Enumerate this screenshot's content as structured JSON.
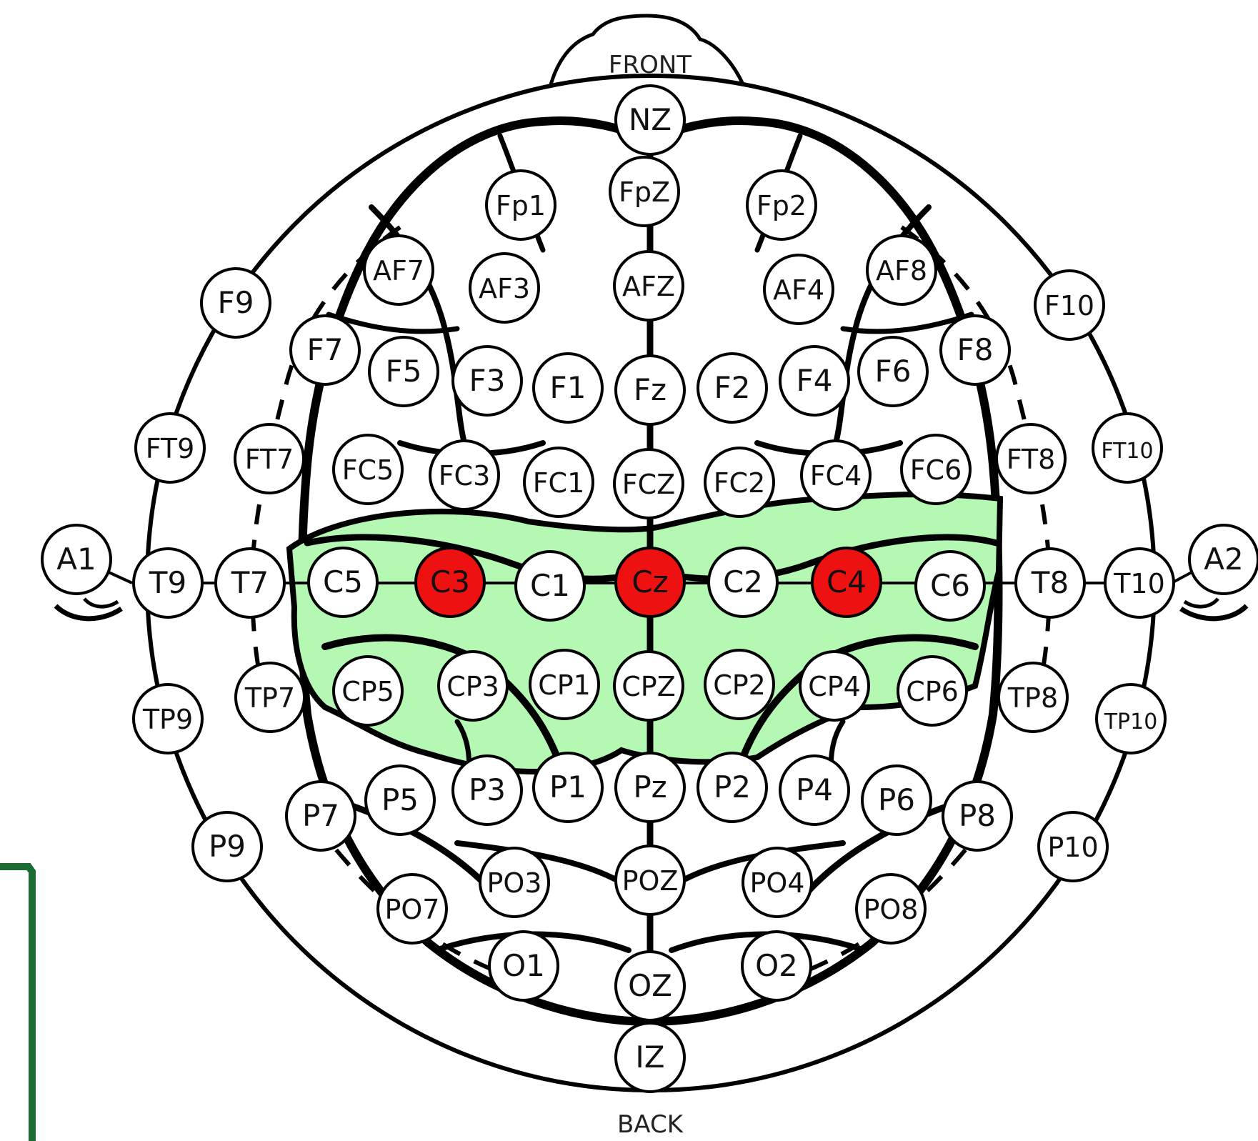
{
  "labels": {
    "front": "FRONT",
    "back": "BACK"
  },
  "colors": {
    "highlight_region": "#b4f8b4",
    "active_electrode": "#ee1111",
    "electrode_fill": "#ffffff",
    "outline": "#000000",
    "frame": "#1b6b35"
  },
  "active_electrodes": [
    "C3",
    "Cz",
    "C4"
  ],
  "electrodes": [
    "NZ",
    "FpZ",
    "Fp1",
    "Fp2",
    "AF7",
    "AF3",
    "AFZ",
    "AF4",
    "AF8",
    "F9",
    "F7",
    "F5",
    "F3",
    "F1",
    "Fz",
    "F2",
    "F4",
    "F6",
    "F8",
    "F10",
    "FT9",
    "FT7",
    "FC5",
    "FC3",
    "FC1",
    "FCZ",
    "FC2",
    "FC4",
    "FC6",
    "FT8",
    "FT10",
    "A1",
    "T9",
    "T7",
    "C5",
    "C3",
    "C1",
    "Cz",
    "C2",
    "C4",
    "C6",
    "T8",
    "T10",
    "A2",
    "TP9",
    "TP7",
    "CP5",
    "CP3",
    "CP1",
    "CPZ",
    "CP2",
    "CP4",
    "CP6",
    "TP8",
    "TP10",
    "P9",
    "P7",
    "P5",
    "P3",
    "P1",
    "Pz",
    "P2",
    "P4",
    "P6",
    "P8",
    "P10",
    "PO7",
    "PO3",
    "POZ",
    "PO4",
    "PO8",
    "O1",
    "OZ",
    "O2",
    "IZ"
  ]
}
